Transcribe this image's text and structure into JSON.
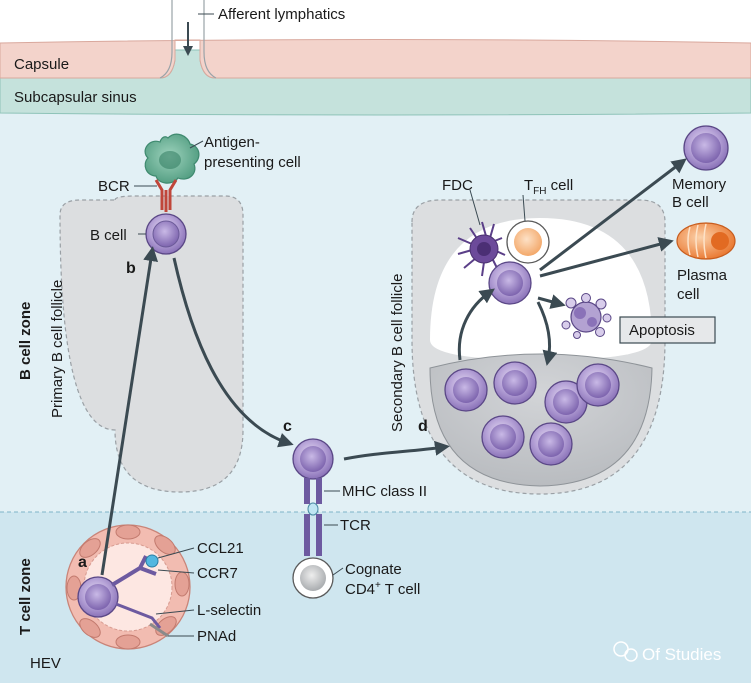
{
  "labels": {
    "afferent": "Afferent lymphatics",
    "capsule": "Capsule",
    "subcapsular": "Subcapsular sinus",
    "apc_line1": "Antigen-",
    "apc_line2": "presenting cell",
    "bcr": "BCR",
    "bcell": "B cell",
    "fdc": "FDC",
    "tfh_main": "T",
    "tfh_sub": "FH",
    "tfh_tail": " cell",
    "memory_line1": "Memory",
    "memory_line2": "B cell",
    "plasma_line1": "Plasma",
    "plasma_line2": "cell",
    "apoptosis": "Apoptosis",
    "primary_follicle": "Primary B cell follicle",
    "secondary_follicle": "Secondary B cell follicle",
    "b_zone": "B cell zone",
    "t_zone": "T cell zone",
    "mhc": "MHC class II",
    "tcr": "TCR",
    "cognate_line1": "Cognate",
    "cognate_line2_main": "CD4",
    "cognate_line2_sup": "+",
    "cognate_line2_tail": " T cell",
    "ccl21": "CCL21",
    "ccr7": "CCR7",
    "lselectin": "L-selectin",
    "pnad": "PNAd",
    "hev": "HEV",
    "watermark": "Of Studies"
  },
  "step_letters": {
    "a": "a",
    "b": "b",
    "c": "c",
    "d": "d"
  },
  "colors": {
    "capsule": "#f3d3cb",
    "sinus": "#c5e2dc",
    "bzone": "#e2f0f5",
    "tzone": "#cfe6ef",
    "follicle": "#dcdee0",
    "bcell": "#9b84c5",
    "arrow": "#3b4a52",
    "apc": "#58a58a",
    "plasma": "#ef8a45",
    "hev": "#f2bcb1",
    "fdc": "#6c4a9a"
  }
}
